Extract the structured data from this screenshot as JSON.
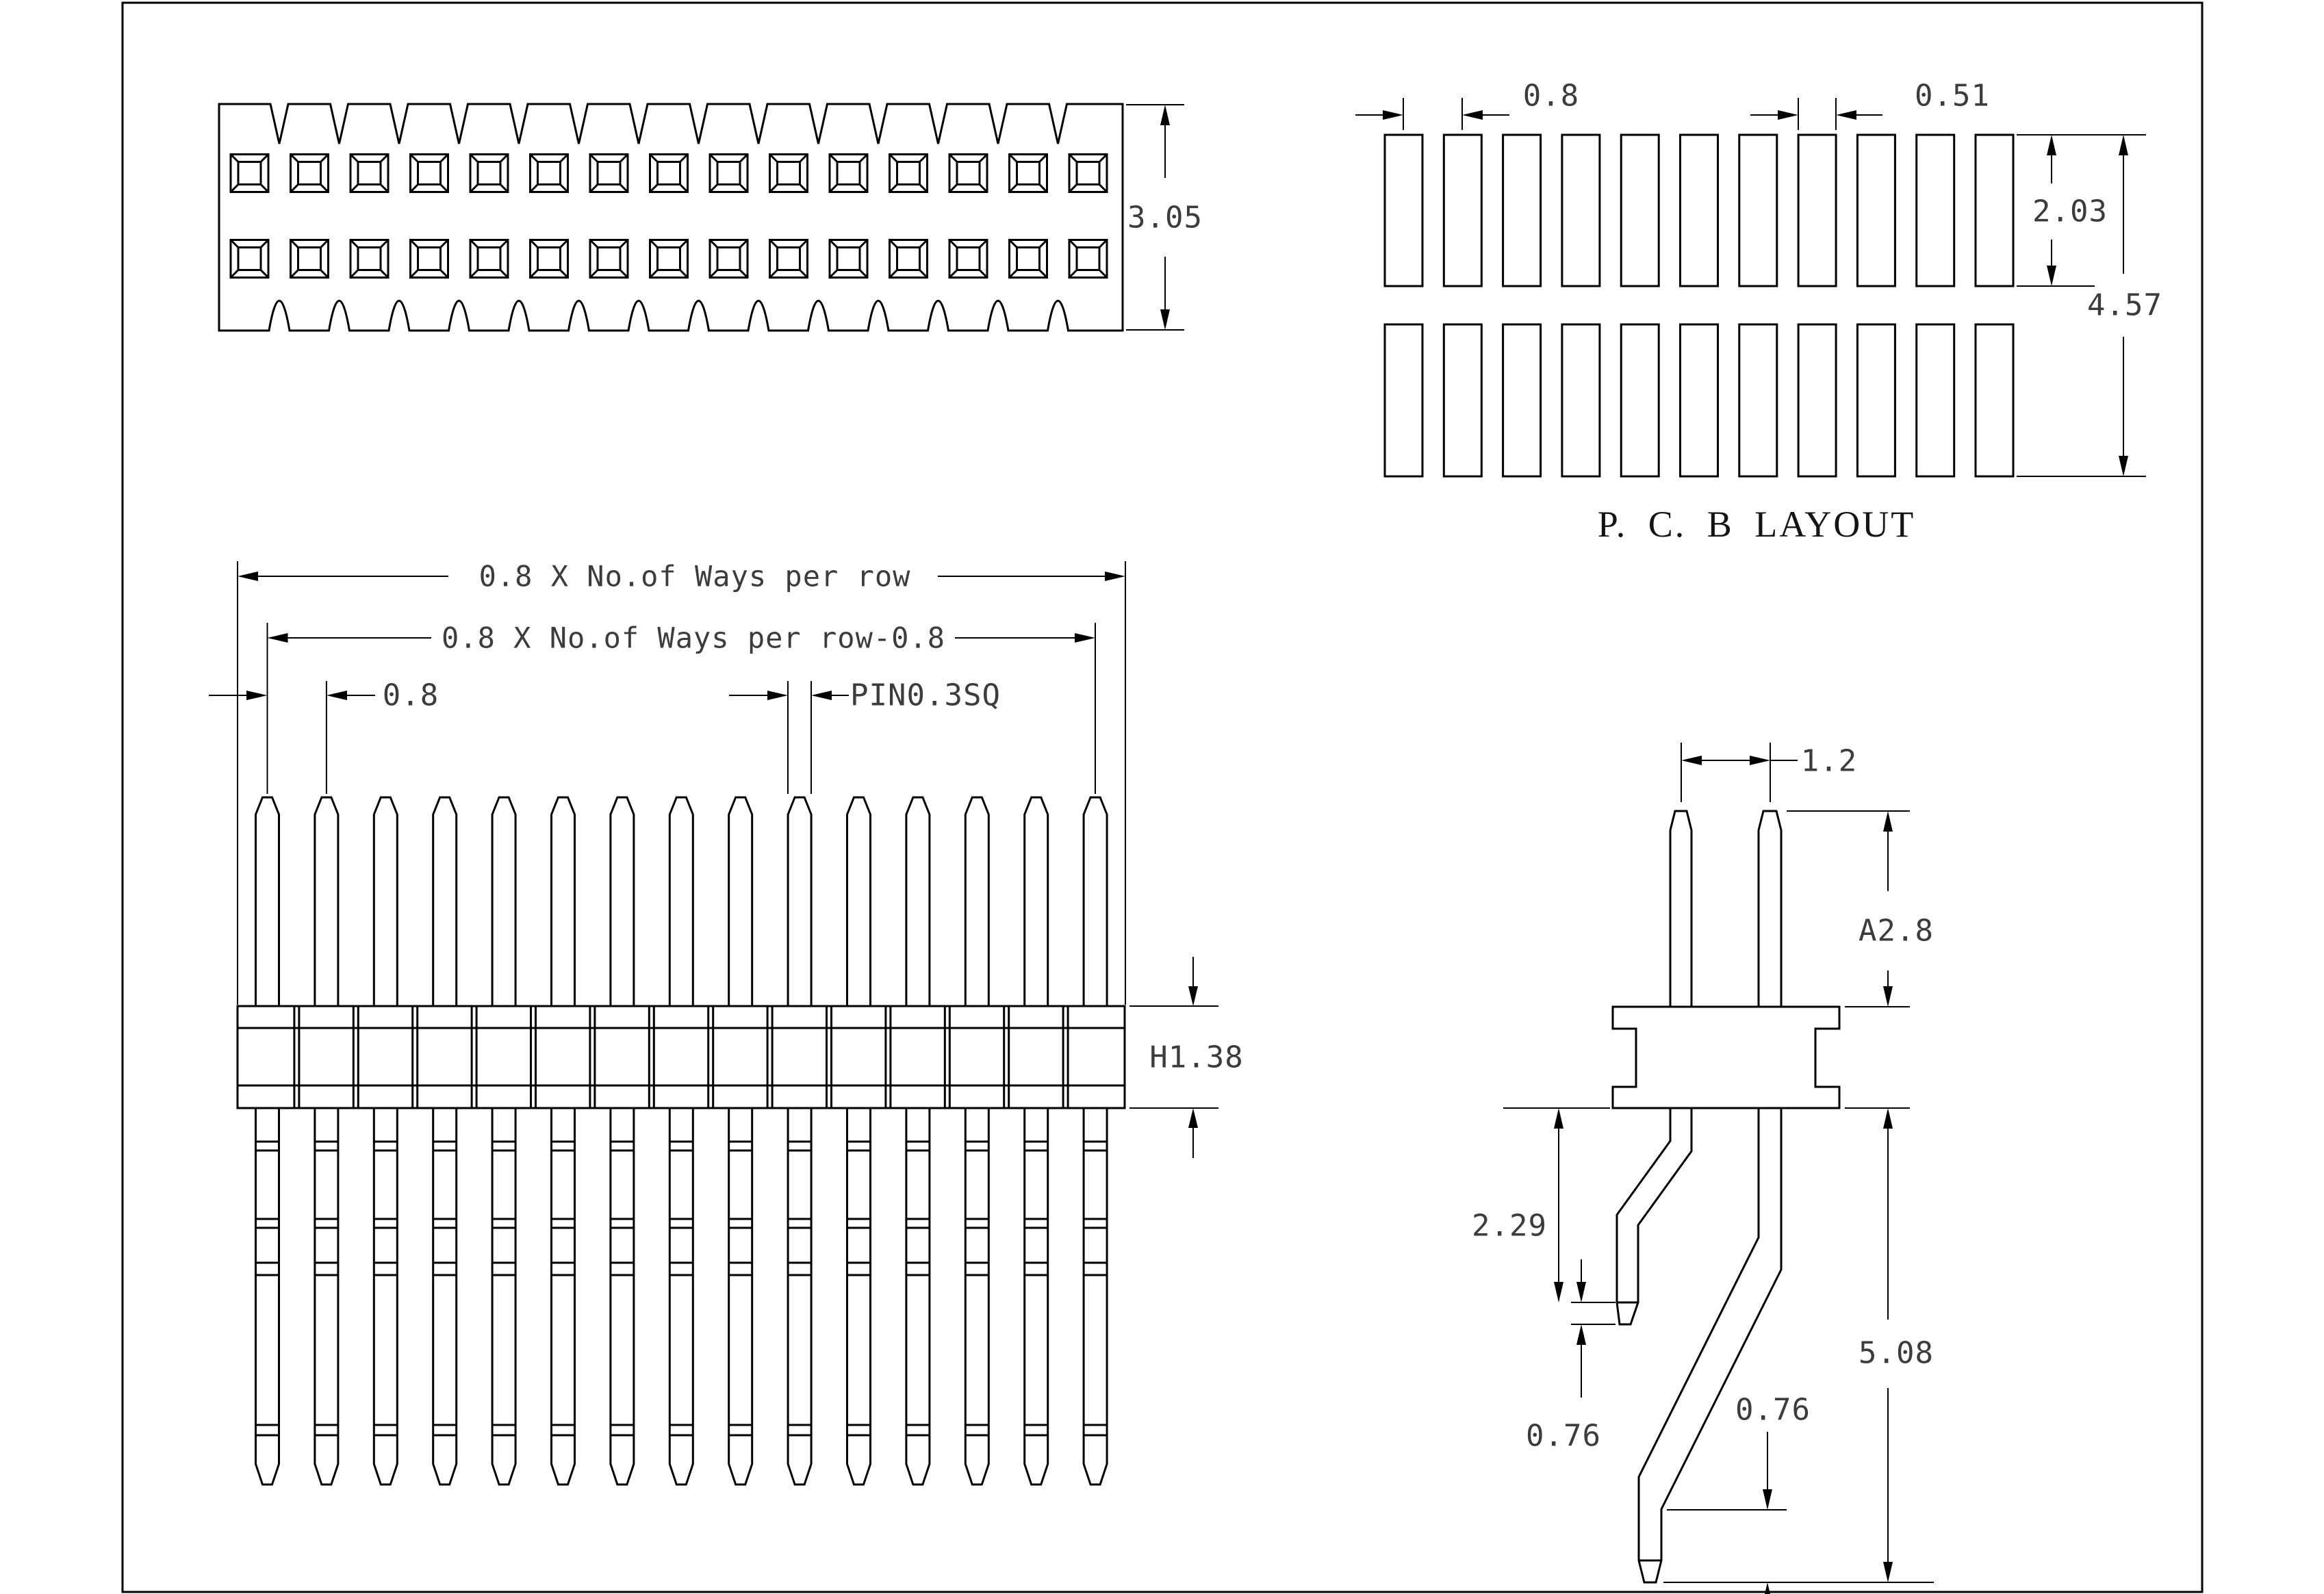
{
  "sheet": {
    "type_label": "engineering drawing"
  },
  "views": {
    "top_view": {
      "pins_per_row": 15,
      "rows": 2,
      "dim_height": "3.05"
    },
    "pcb_layout": {
      "caption": "P. C. B LAYOUT",
      "pads_per_row": 11,
      "rows": 2,
      "dim_pitch": "0.8",
      "dim_pad_width": "0.51",
      "dim_pad_height": "2.03",
      "dim_total_height": "4.57"
    },
    "front_view": {
      "pins_per_row": 15,
      "dim_overall": "0.8 X No.of Ways per row",
      "dim_centers": "0.8 X No.of Ways per row-0.8",
      "dim_pitch": "0.8",
      "dim_pin_square": "PIN0.3SQ",
      "dim_body_height": "H1.38"
    },
    "side_view": {
      "dim_row_spacing": "1.2",
      "dim_pin_height": "A2.8",
      "dim_front_tail": "2.29",
      "dim_front_tip": "0.76",
      "dim_back_tail": "0.76",
      "dim_overall": "5.08"
    }
  },
  "colors": {
    "paper": "#ffffff",
    "line": "#000000",
    "dim_text": "#3c3c3c"
  }
}
